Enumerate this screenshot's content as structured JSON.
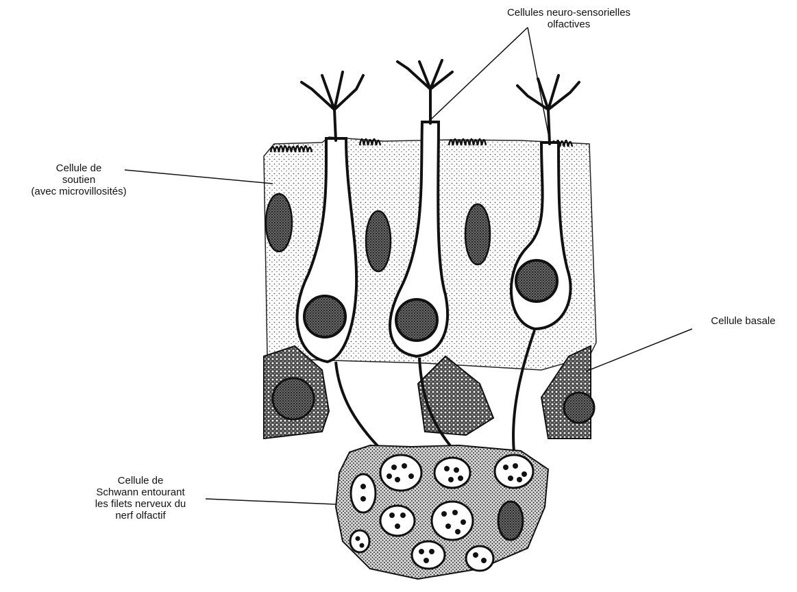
{
  "labels": {
    "neuro_sensory": {
      "line1": "Cellules neuro-sensorielles",
      "line2": "olfactives"
    },
    "support_cell": {
      "line1": "Cellule de",
      "line2": "soutien",
      "line3": "(avec microvillosités)"
    },
    "basal_cell": {
      "line1": "Cellule basale"
    },
    "schwann_cell": {
      "line1": "Cellule de",
      "line2": "Schwann entourant",
      "line3": "les filets nerveux du",
      "line4": "nerf olfactif"
    }
  },
  "colors": {
    "ink": "#111111",
    "background": "#ffffff",
    "nucleus": "#3a3a3a",
    "stipple": "#9a9a9a"
  }
}
